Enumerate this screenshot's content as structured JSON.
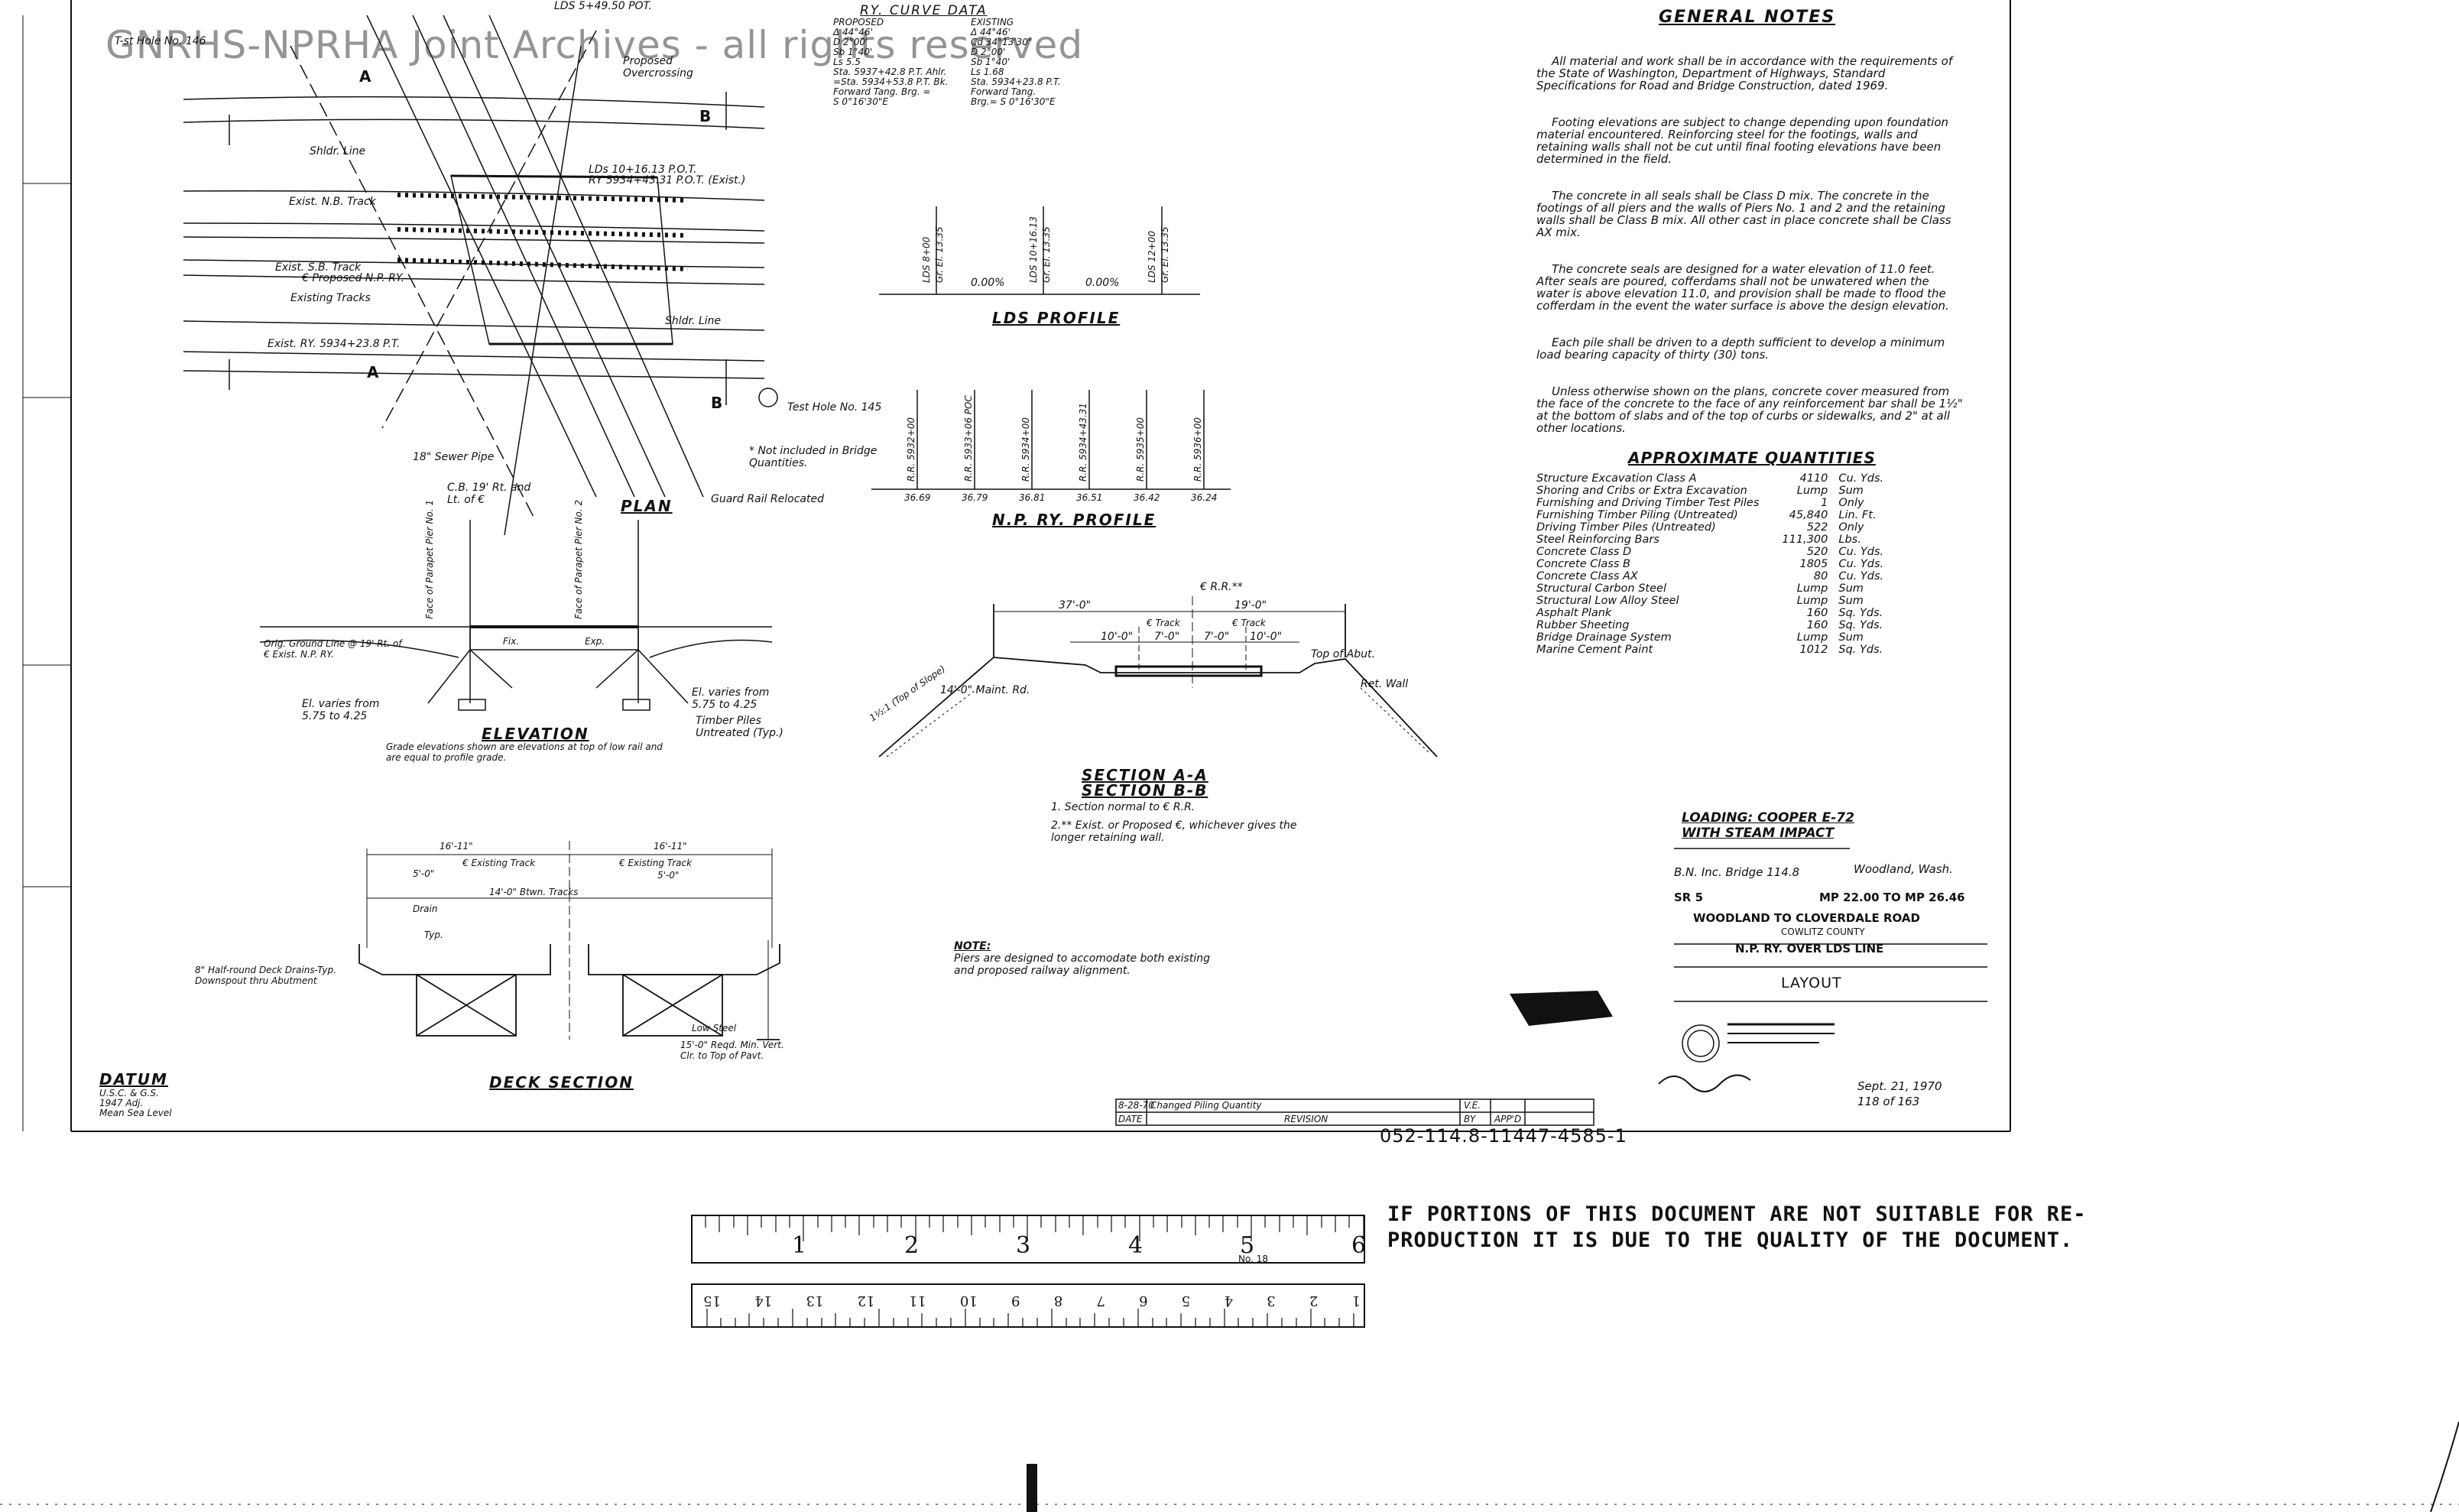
{
  "watermark": "GNRHS-NPRHA Joint Archives - all rights reserved",
  "curve_data": {
    "title": "RY. CURVE DATA",
    "proposed_label": "PROPOSED",
    "existing_label": "EXISTING",
    "lines_left": [
      "Δ 44°46'",
      "D 2°00'",
      "Sb 1°40'",
      "Ls 5.5",
      "Sta. 5937+42.8 P.T. Ahlr.",
      "=Sta. 5934+53.8 P.T. Bk.",
      "Forward Tang. Brg. =",
      "S 0°16'30\"E"
    ],
    "lines_right": [
      "Δ 44°46'",
      "Cd 34°13'30\"",
      "D 2°00'",
      "Sb 1°40'",
      "Ls 1.68",
      "Sta. 5934+23.8 P.T.",
      "Forward Tang.",
      "Brg.= S 0°16'30\"E"
    ]
  },
  "general_notes": {
    "title": "GENERAL NOTES",
    "paragraphs": [
      "All material and work shall be in accordance with the requirements of the State of Washington, Department of Highways, Standard Specifications for Road and Bridge Construction, dated 1969.",
      "Footing elevations are subject to change depending upon foundation material encountered. Reinforcing steel for the footings, walls and retaining walls shall not be cut until final footing elevations have been determined in the field.",
      "The concrete in all seals shall be Class D mix. The concrete in the footings of all piers and the walls of Piers No. 1 and 2 and the retaining walls shall be Class B mix. All other cast in place concrete shall be Class AX mix.",
      "The concrete seals are designed for a water elevation of 11.0 feet. After seals are poured, cofferdams shall not be unwatered when the water is above elevation 11.0, and provision shall be made to flood the cofferdam in the event the water surface is above the design elevation.",
      "Each pile shall be driven to a depth sufficient to develop a minimum load bearing capacity of thirty (30) tons.",
      "Unless otherwise shown on the plans, concrete cover measured from the face of the concrete to the face of any reinforcement bar shall be 1½\" at the bottom of slabs and of the top of curbs or sidewalks, and 2\" at all other locations."
    ]
  },
  "quantities": {
    "title": "APPROXIMATE QUANTITIES",
    "rows": [
      {
        "item": "Structure Excavation Class A",
        "qty": "4110",
        "unit": "Cu. Yds."
      },
      {
        "item": "Shoring and Cribs or Extra Excavation",
        "qty": "Lump",
        "unit": "Sum"
      },
      {
        "item": "Furnishing and Driving Timber Test Piles",
        "qty": "1",
        "unit": "Only"
      },
      {
        "item": "Furnishing Timber Piling (Untreated)",
        "qty": "45,840",
        "unit": "Lin. Ft."
      },
      {
        "item": "Driving Timber Piles (Untreated)",
        "qty": "522",
        "unit": "Only"
      },
      {
        "item": "Steel Reinforcing Bars",
        "qty": "111,300",
        "unit": "Lbs."
      },
      {
        "item": "Concrete Class D",
        "qty": "520",
        "unit": "Cu. Yds."
      },
      {
        "item": "Concrete Class B",
        "qty": "1805",
        "unit": "Cu. Yds."
      },
      {
        "item": "Concrete Class AX",
        "qty": "80",
        "unit": "Cu. Yds."
      },
      {
        "item": "Structural Carbon Steel",
        "qty": "Lump",
        "unit": "Sum"
      },
      {
        "item": "Structural Low Alloy Steel",
        "qty": "Lump",
        "unit": "Sum"
      },
      {
        "item": "Asphalt Plank",
        "qty": "160",
        "unit": "Sq. Yds."
      },
      {
        "item": "Rubber Sheeting",
        "qty": "160",
        "unit": "Sq. Yds."
      },
      {
        "item": "Bridge Drainage System",
        "qty": "Lump",
        "unit": "Sum"
      },
      {
        "item": "Marine Cement Paint",
        "qty": "1012",
        "unit": "Sq. Yds."
      }
    ]
  },
  "plan": {
    "title": "PLAN",
    "test_hole_146": "T-st Hole No. 146",
    "test_hole_145": "Test Hole No. 145",
    "lds_station": "LDS 5+49.50 POT.",
    "proposed_overcrossing": "Proposed Overcrossing",
    "shldr_line": "Shldr. Line",
    "exist_nb_track": "Exist. N.B. Track",
    "exist_sb_track": "Exist. S.B. Track",
    "proposed_npry": "€ Proposed N.P. RY.",
    "existing_tracks": "Existing Tracks",
    "exist_ry": "Exist. RY. 5934+23.8 P.T.",
    "lds_pot": "LDs 10+16.13 P.O.T.",
    "ry_pot": "RY 5934+43.31 P.O.T. (Exist.)",
    "sewer_pipe": "18\" Sewer Pipe",
    "not_included": "* Not included in Bridge Quantities.",
    "guard_rail": "Guard Rail Relocated",
    "cb": "C.B. 19' Rt. and Lt. of €",
    "sect_a": "A",
    "sect_b": "B"
  },
  "lds_profile": {
    "title": "LDS PROFILE",
    "grade1": "0.00%",
    "grade2": "0.00%",
    "labels": [
      "LDS 8+00",
      "Gr. El. 13.35",
      "LDS 10+16.13",
      "Gr. El. 13.35",
      "LDS 12+00",
      "Gr. El. 13.35"
    ]
  },
  "npry_profile": {
    "title": "N.P. RY. PROFILE",
    "stations": [
      "R.R. 5932+00",
      "R.R. 5933+06 POC",
      "R.R. 5934+00",
      "R.R. 5934+43.31",
      "R.R. 5935+00",
      "R.R. 5936+00"
    ],
    "elevations": [
      "36.69",
      "36.79",
      "36.81",
      "36.51",
      "36.42",
      "36.24"
    ]
  },
  "elevation": {
    "title": "ELEVATION",
    "orig_ground": "Orig. Ground Line @ 19' Rt. of € Exist. N.P. RY.",
    "el_left": "El. varies from 5.75 to 4.25",
    "el_right": "El. varies from 5.75 to 4.25",
    "timber_piles": "Timber Piles Untreated (Typ.)",
    "fix": "Fix.",
    "exp": "Exp.",
    "grade_note": "Grade elevations shown are elevations at top of low rail and are equal to profile grade.",
    "pier1": "Face of Parapet Pier No. 1",
    "pier2": "Face of Parapet Pier No. 2"
  },
  "section_aa": {
    "title1": "SECTION A-A",
    "title2": "SECTION B-B",
    "note1": "1. Section normal to € R.R.",
    "note2": "2.** Exist. or Proposed €, whichever gives the longer retaining wall.",
    "dim_37": "37'-0\"",
    "dim_19": "19'-0\"",
    "dim_10a": "10'-0\"",
    "dim_7a": "7'-0\"",
    "dim_7b": "7'-0\"",
    "dim_10b": "10'-0\"",
    "rr": "€ R.R.**",
    "track_left": "€ Track",
    "track_right": "€ Track",
    "top_abut": "Top of Abut.",
    "ret_wall": "Ret. Wall",
    "maint_rd": "14'-0\" Maint. Rd.",
    "slope": "1½:1 (Top of Slope)"
  },
  "deck_section": {
    "title": "DECK SECTION",
    "dim_left": "16'-11\"",
    "dim_right": "16'-11\"",
    "existing_track": "€ Existing Track",
    "dim_5": "5'-0\"",
    "dim_5b": "5'-0\"",
    "between": "14'-0\" Btwn. Tracks",
    "drain": "Drain",
    "typ": "Typ.",
    "half_round": "8\" Half-round Deck Drains-Typ. Downspout thru Abutment",
    "low_steel": "Low Steel",
    "clearance": "15'-0\" Reqd. Min. Vert. Clr. to Top of Pavt."
  },
  "note": {
    "title": "NOTE:",
    "body": "Piers are designed to accomodate both existing and proposed railway alignment."
  },
  "datum": {
    "title": "DATUM",
    "lines": [
      "U.S.C. & G.S.",
      "1947 Adj.",
      "Mean Sea Level"
    ]
  },
  "loading": {
    "title1": "LOADING: COOPER E-72",
    "title2": "WITH STEAM IMPACT"
  },
  "title_block": {
    "bridge": "B.N. Inc. Bridge 114.8",
    "place": "Woodland, Wash.",
    "sr": "SR 5",
    "mp": "MP 22.00 TO MP 26.46",
    "road": "WOODLAND TO CLOVERDALE ROAD",
    "county": "COWLITZ COUNTY",
    "crossing": "N.P. RY. OVER LDS LINE",
    "sheet": "LAYOUT",
    "date": "Sept. 21, 1970",
    "sheet_no": "118 of 163",
    "drawing_no": "052-114.8-11447-4585-1"
  },
  "revision": {
    "date": "8-28-70",
    "desc": "Changed Piling Quantity",
    "by": "V.E.",
    "date_label": "DATE",
    "revision_label": "REVISION",
    "by_label": "BY",
    "appd_label": "APP'D"
  },
  "ruler": {
    "inches": [
      "1",
      "2",
      "3",
      "4",
      "5",
      "6"
    ],
    "cm": [
      "1",
      "2",
      "3",
      "4",
      "5",
      "6",
      "7",
      "8",
      "9",
      "10",
      "11",
      "12",
      "13",
      "14",
      "15"
    ],
    "mark": "No. 18"
  },
  "notice": "IF PORTIONS OF THIS DOCUMENT ARE NOT SUITABLE FOR RE-\nPRODUCTION IT IS DUE TO THE QUALITY OF THE DOCUMENT."
}
